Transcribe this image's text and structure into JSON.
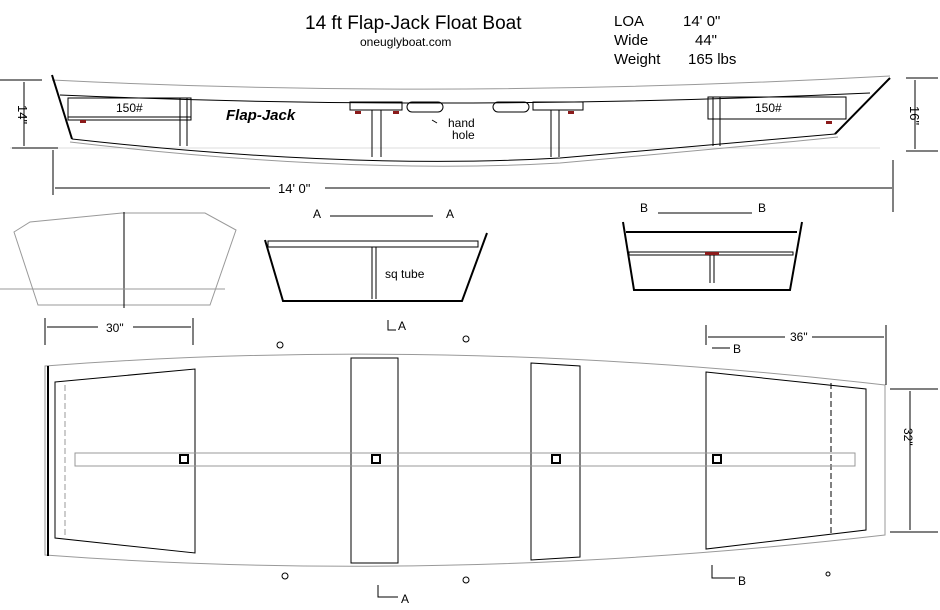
{
  "title": "14 ft Flap-Jack Float Boat",
  "website": "oneuglyboat.com",
  "specs": [
    {
      "label": "LOA",
      "value": "14' 0\""
    },
    {
      "label": "Wide",
      "value": "44\""
    },
    {
      "label": "Weight",
      "value": "165 lbs"
    }
  ],
  "side_view": {
    "stern_height": "14\"",
    "bow_height": "16\"",
    "stern_box": "150#",
    "bow_box": "150#",
    "boat_name": "Flap-Jack",
    "hand_hole": [
      "hand",
      "hole"
    ],
    "length": "14' 0\""
  },
  "section_a": {
    "left": "A",
    "right": "A",
    "note": "sq tube"
  },
  "section_b": {
    "left": "B",
    "right": "B"
  },
  "top_view": {
    "stern_box_width": "30\"",
    "bow_box_width": "36\"",
    "bow_box_depth": "32\"",
    "cut_a_top": "A",
    "cut_a_bottom": "A",
    "cut_b_top": "B",
    "cut_b_bottom": "B"
  }
}
